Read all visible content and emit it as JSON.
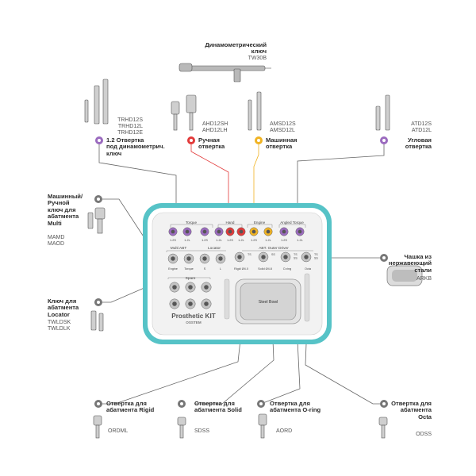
{
  "colors": {
    "tray_border": "#56c3c7",
    "purple": "#9b6bbf",
    "red": "#e23a3a",
    "orange": "#f0b323",
    "grey_dot": "#777777",
    "line_grey": "#666666"
  },
  "top_wrench": {
    "label": "Динамометрический\nключ",
    "code": "TW30B",
    "icon": "torque-wrench-icon"
  },
  "callouts": {
    "trhd": {
      "codes": "TRHD12S\nTRHD12L\nTRHD12E",
      "label": "1.2 Отвертка\nпод динамометрич.\nключ",
      "icon": "torque-driver-icon"
    },
    "ahd": {
      "codes": "AHD12SH\nAHD12LH",
      "label": "Ручная\nотвертка",
      "icon": "hand-driver-icon"
    },
    "amsd": {
      "codes": "AMSD12S\nAMSD12L",
      "label": "Машинная\nотвертка",
      "icon": "engine-driver-icon"
    },
    "atd": {
      "codes": "ATD12S\nATD12L",
      "label": "Угловая\nотвертка",
      "icon": "angled-driver-icon"
    },
    "mamd": {
      "label": "Машинный/\nРучной\nключ для\nабатмента\nMulti",
      "codes": "MAMD\nMAOD",
      "icon": "multi-key-icon"
    },
    "twldsk": {
      "label": "Ключ для\nабатмента\nLocator",
      "codes": "TWLDSK\nTWLDLK",
      "icon": "locator-key-icon"
    },
    "arkb": {
      "label": "Чашка из\nнержавеющий\nстали",
      "code": "ARKB",
      "icon": "steel-bowl-icon"
    },
    "ordml": {
      "label": "Отвертка для\nабатмента Rigid",
      "code": "ORDML",
      "icon": "rigid-driver-icon"
    },
    "sdss": {
      "label": "Отвертка для\nабатмента Solid",
      "code": "SDSS",
      "icon": "solid-driver-icon"
    },
    "aord": {
      "label": "Отвертка для\nабатмента O-ring",
      "code": "AORD",
      "icon": "oring-driver-icon"
    },
    "odss": {
      "label": "Отвертка для\nабатмента\nOcta",
      "code": "ODSS",
      "icon": "octa-driver-icon"
    }
  },
  "tray": {
    "sections": {
      "torque": "Torque",
      "hand": "Hand",
      "engine": "Engine",
      "angled": "Angled Torque",
      "multi_abt": "Multi ABT",
      "locator": "Locator",
      "outer_driver": "ABT. Outer Driver",
      "spare": "Spare",
      "bowl": "Steel Bowl"
    },
    "row1_sizes": [
      "1.2S",
      "1.2L",
      "1.2S",
      "1.2L",
      "1.2S",
      "1.2L",
      "1.2S",
      "1.2L",
      "1.2S",
      "1.2L"
    ],
    "row2_labels": [
      "Engine",
      "Torque",
      "S",
      "L"
    ],
    "outer_labels": [
      "TS",
      "SS",
      "TS\nSS",
      "TS\nSS"
    ],
    "outer_names": [
      "Rigid Ø4.0",
      "Solid Ø4.8",
      "O-ring",
      "Octa"
    ],
    "brand_title": "Prosthetic KIT",
    "brand_sub": "OSSTEM"
  }
}
